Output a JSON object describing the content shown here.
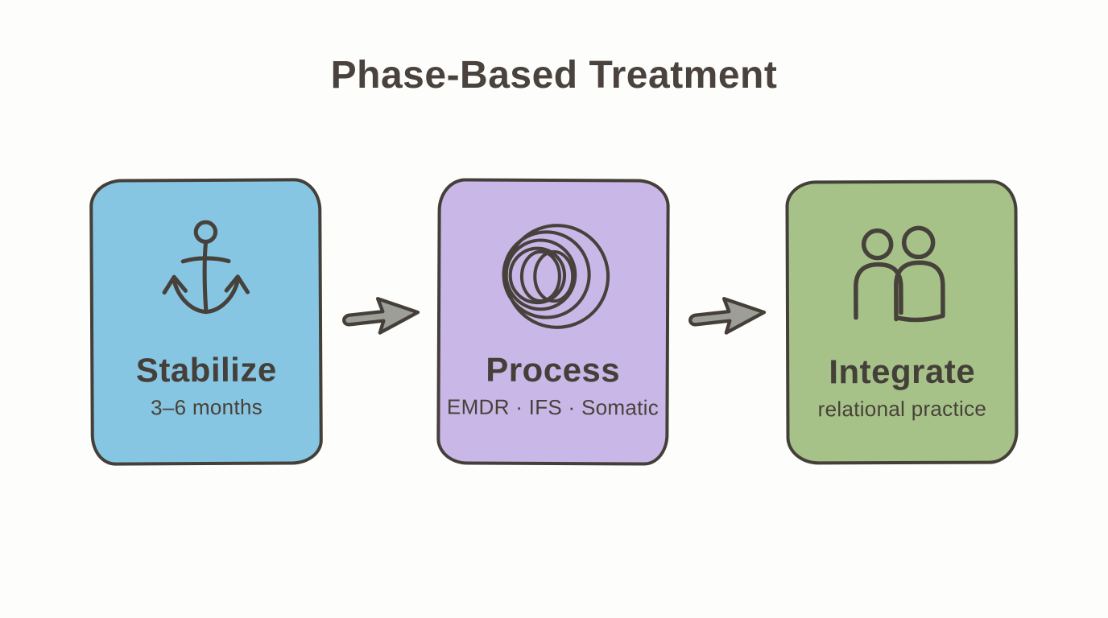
{
  "title": "Phase-Based Treatment",
  "phases": [
    {
      "name": "Stabilize",
      "detail": "3–6 months",
      "icon": "anchor-icon",
      "bg": "#87c6e2"
    },
    {
      "name": "Process",
      "detail": "EMDR · IFS · Somatic",
      "icon": "spiral-icon",
      "bg": "#c9b7e8"
    },
    {
      "name": "Integrate",
      "detail": "relational practice",
      "icon": "people-icon",
      "bg": "#a6c289"
    }
  ],
  "connectors": [
    {
      "icon": "arrow-right-icon"
    },
    {
      "icon": "arrow-right-icon"
    }
  ],
  "colors": {
    "page_background": "#fdfdfc",
    "outline": "#453f39",
    "text": "#4a433d",
    "arrow_fill": "#9e9e99",
    "stabilize_bg": "#87c6e2",
    "process_bg": "#c9b7e8",
    "integrate_bg": "#a6c289"
  }
}
